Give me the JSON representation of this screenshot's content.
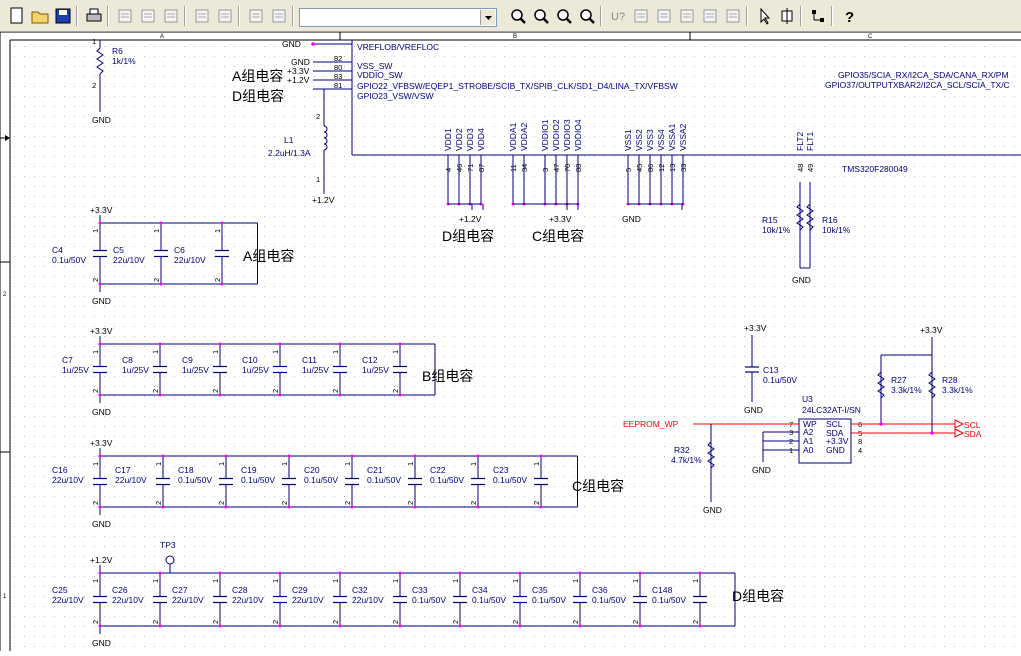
{
  "toolbar": {
    "buttons": [
      "new-file-icon",
      "open-folder-icon",
      "save-icon",
      "print-icon",
      "cut-icon",
      "copy-icon",
      "paste-icon",
      "undo-icon",
      "redo-icon",
      "window-icon",
      "window2-icon",
      "zoom-in-icon",
      "zoom-out-icon",
      "zoom-area-icon",
      "zoom-fit-icon",
      "unknown-part-icon",
      "text-icon",
      "doc-icon",
      "doc2-icon",
      "doc3-icon",
      "list-icon",
      "cursor-icon",
      "place-part-icon",
      "place-wire-icon",
      "help-icon"
    ],
    "combo_value": ""
  },
  "frame": {
    "col_a": "A",
    "col_b": "B",
    "col_c": "C",
    "row_2": "2",
    "row_1": "1"
  },
  "ic": {
    "name": "TMS320F280049",
    "pins_top": [
      {
        "num": "82",
        "name": "VSS_SW",
        "net": "GND"
      },
      {
        "num": "80",
        "name": "VDDIO_SW",
        "net": "+3.3V"
      },
      {
        "num": "83",
        "name": "GPIO22_VFBSW/EQEP1_STROBE/SCIB_TX/SPIB_CLK/SD1_D4/LINA_TX/VFBSW",
        "net": "+1.2V"
      },
      {
        "num": "81",
        "name": "GPIO23_VSW/VSW",
        "net": ""
      }
    ],
    "pin_vref": {
      "num": "",
      "name": "VREFLOB/VREFLOC",
      "net": "GND"
    },
    "right_texts": [
      "GPIO35/SCIA_RX/I2CA_SDA/CANA_RX/PM",
      "GPIO37/OUTPUTXBAR2/I2CA_SCL/SCIA_TX/C"
    ],
    "vdd": {
      "names": [
        "VDD1",
        "VDD2",
        "VDD3",
        "VDD4"
      ],
      "nums": [
        "4",
        "46",
        "71",
        "87"
      ],
      "net": "+1.2V",
      "group": "D组电容"
    },
    "vdda": {
      "names": [
        "VDDA1",
        "VDDA2"
      ],
      "nums": [
        "11",
        "34"
      ]
    },
    "vddio": {
      "names": [
        "VDDIO1",
        "VDDIO2",
        "VDDIO3",
        "VDDIO4"
      ],
      "nums": [
        "3",
        "47",
        "70",
        "88"
      ],
      "net": "+3.3V",
      "group": "C组电容"
    },
    "vss": {
      "names": [
        "VSS1",
        "VSS2",
        "VSS3",
        "VSS4",
        "VSSA1",
        "VSSA2"
      ],
      "nums": [
        "5",
        "45",
        "86",
        "12",
        "13",
        "33"
      ],
      "net": "GND"
    },
    "flt": {
      "names": [
        "FLT2",
        "FLT1"
      ],
      "nums": [
        "48",
        "49"
      ]
    }
  },
  "notes": {
    "a_group": "A组电容",
    "d_group": "D组电容"
  },
  "r6": {
    "ref": "R6",
    "value": "1k/1%",
    "pin1": "1",
    "pin2": "2",
    "net": "GND"
  },
  "l1": {
    "ref": "L1",
    "value": "2.2uH/1.3A",
    "pin1": "1",
    "pin2": "2",
    "net": "+1.2V"
  },
  "r15": {
    "ref": "R15",
    "value": "10k/1%"
  },
  "r16": {
    "ref": "R16",
    "value": "10k/1%",
    "net": "GND"
  },
  "group_a": {
    "net": "+3.3V",
    "gnd": "GND",
    "label": "A组电容",
    "caps": [
      {
        "ref": "C4",
        "value": "0.1u/50V"
      },
      {
        "ref": "C5",
        "value": "22u/10V"
      },
      {
        "ref": "C6",
        "value": "22u/10V"
      }
    ]
  },
  "group_b": {
    "net": "+3.3V",
    "gnd": "GND",
    "label": "B组电容",
    "caps": [
      {
        "ref": "C7",
        "value": "1u/25V"
      },
      {
        "ref": "C8",
        "value": "1u/25V"
      },
      {
        "ref": "C9",
        "value": "1u/25V"
      },
      {
        "ref": "C10",
        "value": "1u/25V"
      },
      {
        "ref": "C11",
        "value": "1u/25V"
      },
      {
        "ref": "C12",
        "value": "1u/25V"
      }
    ]
  },
  "group_c": {
    "net": "+3.3V",
    "gnd": "GND",
    "label": "C组电容",
    "caps": [
      {
        "ref": "C16",
        "value": "22u/10V"
      },
      {
        "ref": "C17",
        "value": "22u/10V"
      },
      {
        "ref": "C18",
        "value": "0.1u/50V"
      },
      {
        "ref": "C19",
        "value": "0.1u/50V"
      },
      {
        "ref": "C20",
        "value": "0.1u/50V"
      },
      {
        "ref": "C21",
        "value": "0.1u/50V"
      },
      {
        "ref": "C22",
        "value": "0.1u/50V"
      },
      {
        "ref": "C23",
        "value": "0.1u/50V"
      }
    ]
  },
  "group_d": {
    "net": "+1.2V",
    "gnd": "GND",
    "label": "D组电容",
    "tp": "TP3",
    "caps": [
      {
        "ref": "C25",
        "value": "22u/10V"
      },
      {
        "ref": "C26",
        "value": "22u/10V"
      },
      {
        "ref": "C27",
        "value": "22u/10V"
      },
      {
        "ref": "C28",
        "value": "22u/10V"
      },
      {
        "ref": "C29",
        "value": "22u/10V"
      },
      {
        "ref": "C32",
        "value": "22u/10V"
      },
      {
        "ref": "C33",
        "value": "0.1u/50V"
      },
      {
        "ref": "C34",
        "value": "0.1u/50V"
      },
      {
        "ref": "C35",
        "value": "0.1u/50V"
      },
      {
        "ref": "C36",
        "value": "0.1u/50V"
      },
      {
        "ref": "C148",
        "value": "0.1u/50V"
      }
    ]
  },
  "eeprom": {
    "ref": "U3",
    "part": "24LC32AT-I/SN",
    "pins_left": [
      {
        "num": "7",
        "name": "WP"
      },
      {
        "num": "3",
        "name": "A2"
      },
      {
        "num": "2",
        "name": "A1"
      },
      {
        "num": "1",
        "name": "A0"
      }
    ],
    "pins_right": [
      {
        "num": "6",
        "name": "SCL"
      },
      {
        "num": "5",
        "name": "SDA"
      },
      {
        "num": "8",
        "name": "+3.3V"
      },
      {
        "num": "4",
        "name": "GND"
      }
    ],
    "wp_net": "EEPROM_WP",
    "scl": "SCL",
    "sda": "SDA",
    "gnd": "GND",
    "c13": {
      "ref": "C13",
      "value": "0.1u/50V",
      "net": "+3.3V",
      "gnd": "GND"
    },
    "r27": {
      "ref": "R27",
      "value": "3.3k/1%"
    },
    "r28": {
      "ref": "R28",
      "value": "3.3k/1%",
      "net": "+3.3V"
    },
    "r32": {
      "ref": "R32",
      "value": "4.7k/1%",
      "gnd": "GND"
    }
  },
  "pin_digit": {
    "one": "1",
    "two": "2"
  }
}
